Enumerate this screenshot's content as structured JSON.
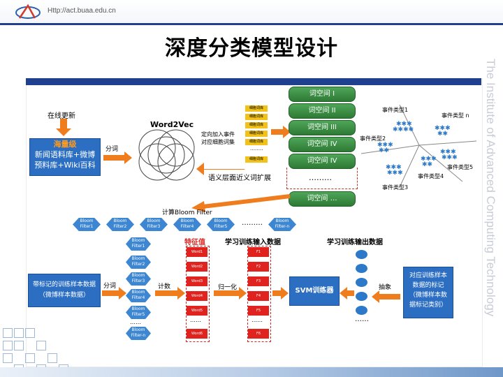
{
  "header": {
    "url": "Http://act.buaa.edu.cn"
  },
  "title": "深度分类模型设计",
  "side_text": "The Institute of Advanced Computing Technology",
  "diagram": {
    "online_update": "在线更新",
    "corpus_box": {
      "line1": "海量级",
      "line2": "新闻语料库+微博",
      "line3": "预料库+Wiki百科"
    },
    "segment_label": "分词",
    "word2vec": "Word2Vec",
    "directed_add": {
      "line1": "定向加入事件",
      "line2": "对应细胞词集"
    },
    "cell_words": [
      "细胞词库",
      "细胞词库",
      "细胞词库",
      "细胞词库",
      "细胞词库",
      "细胞词库"
    ],
    "cell_dots": "……..",
    "semantic_expand": "语义层面近义词扩展",
    "word_spaces": [
      "词空间 I",
      "词空间 II",
      "词空间 III",
      "词空间 IV",
      "词空间 IV"
    ],
    "word_space_dots": "………",
    "word_space_last": "词空间 …",
    "event_types": [
      "事件类型1",
      "事件类型 n",
      "事件类型2",
      "事件类型5",
      "事件类型4",
      "事件类型3"
    ],
    "bloom_calc": "计算Bloom Filter",
    "bloom_top": [
      "Bloom\nFilter1",
      "Bloom\nFilter2",
      "Bloom\nFilter3",
      "Bloom\nFilter4",
      "Bloom\nFilter5",
      "Bloom\nFilter-n"
    ],
    "bloom_dots": "………",
    "bloom_col": [
      "Bloom\nFilter1",
      "Bloom\nFilter2",
      "Bloom\nFilter3",
      "Bloom\nFilter4",
      "Bloom\nFilter5",
      "Bloom\nFilter-n"
    ],
    "bloom_col_dots": "……",
    "feature_value": "特征值",
    "feature_cells": [
      "Word1",
      "Word2",
      "Word3",
      "Word4",
      "Word5",
      "Word6"
    ],
    "feature_dots": "……",
    "train_input": "学习训练输入数据",
    "input_cells": [
      "F1",
      "F2",
      "F3",
      "F4",
      "F5",
      "F6"
    ],
    "input_dots": "……",
    "train_output": "学习训练输出数据",
    "output_dots": "……",
    "labeled_box": {
      "line1": "带标记的训练样本数据",
      "line2": "（微博样本数据）"
    },
    "seg2": "分词",
    "count": "计数",
    "normalize": "归一化",
    "svm": "SVM训练器",
    "abstract": "抽象",
    "label_box": {
      "line1": "对应训练样本",
      "line2": "数据的标记",
      "line3": "（微博样本数",
      "line4": "据标记类别）"
    }
  }
}
